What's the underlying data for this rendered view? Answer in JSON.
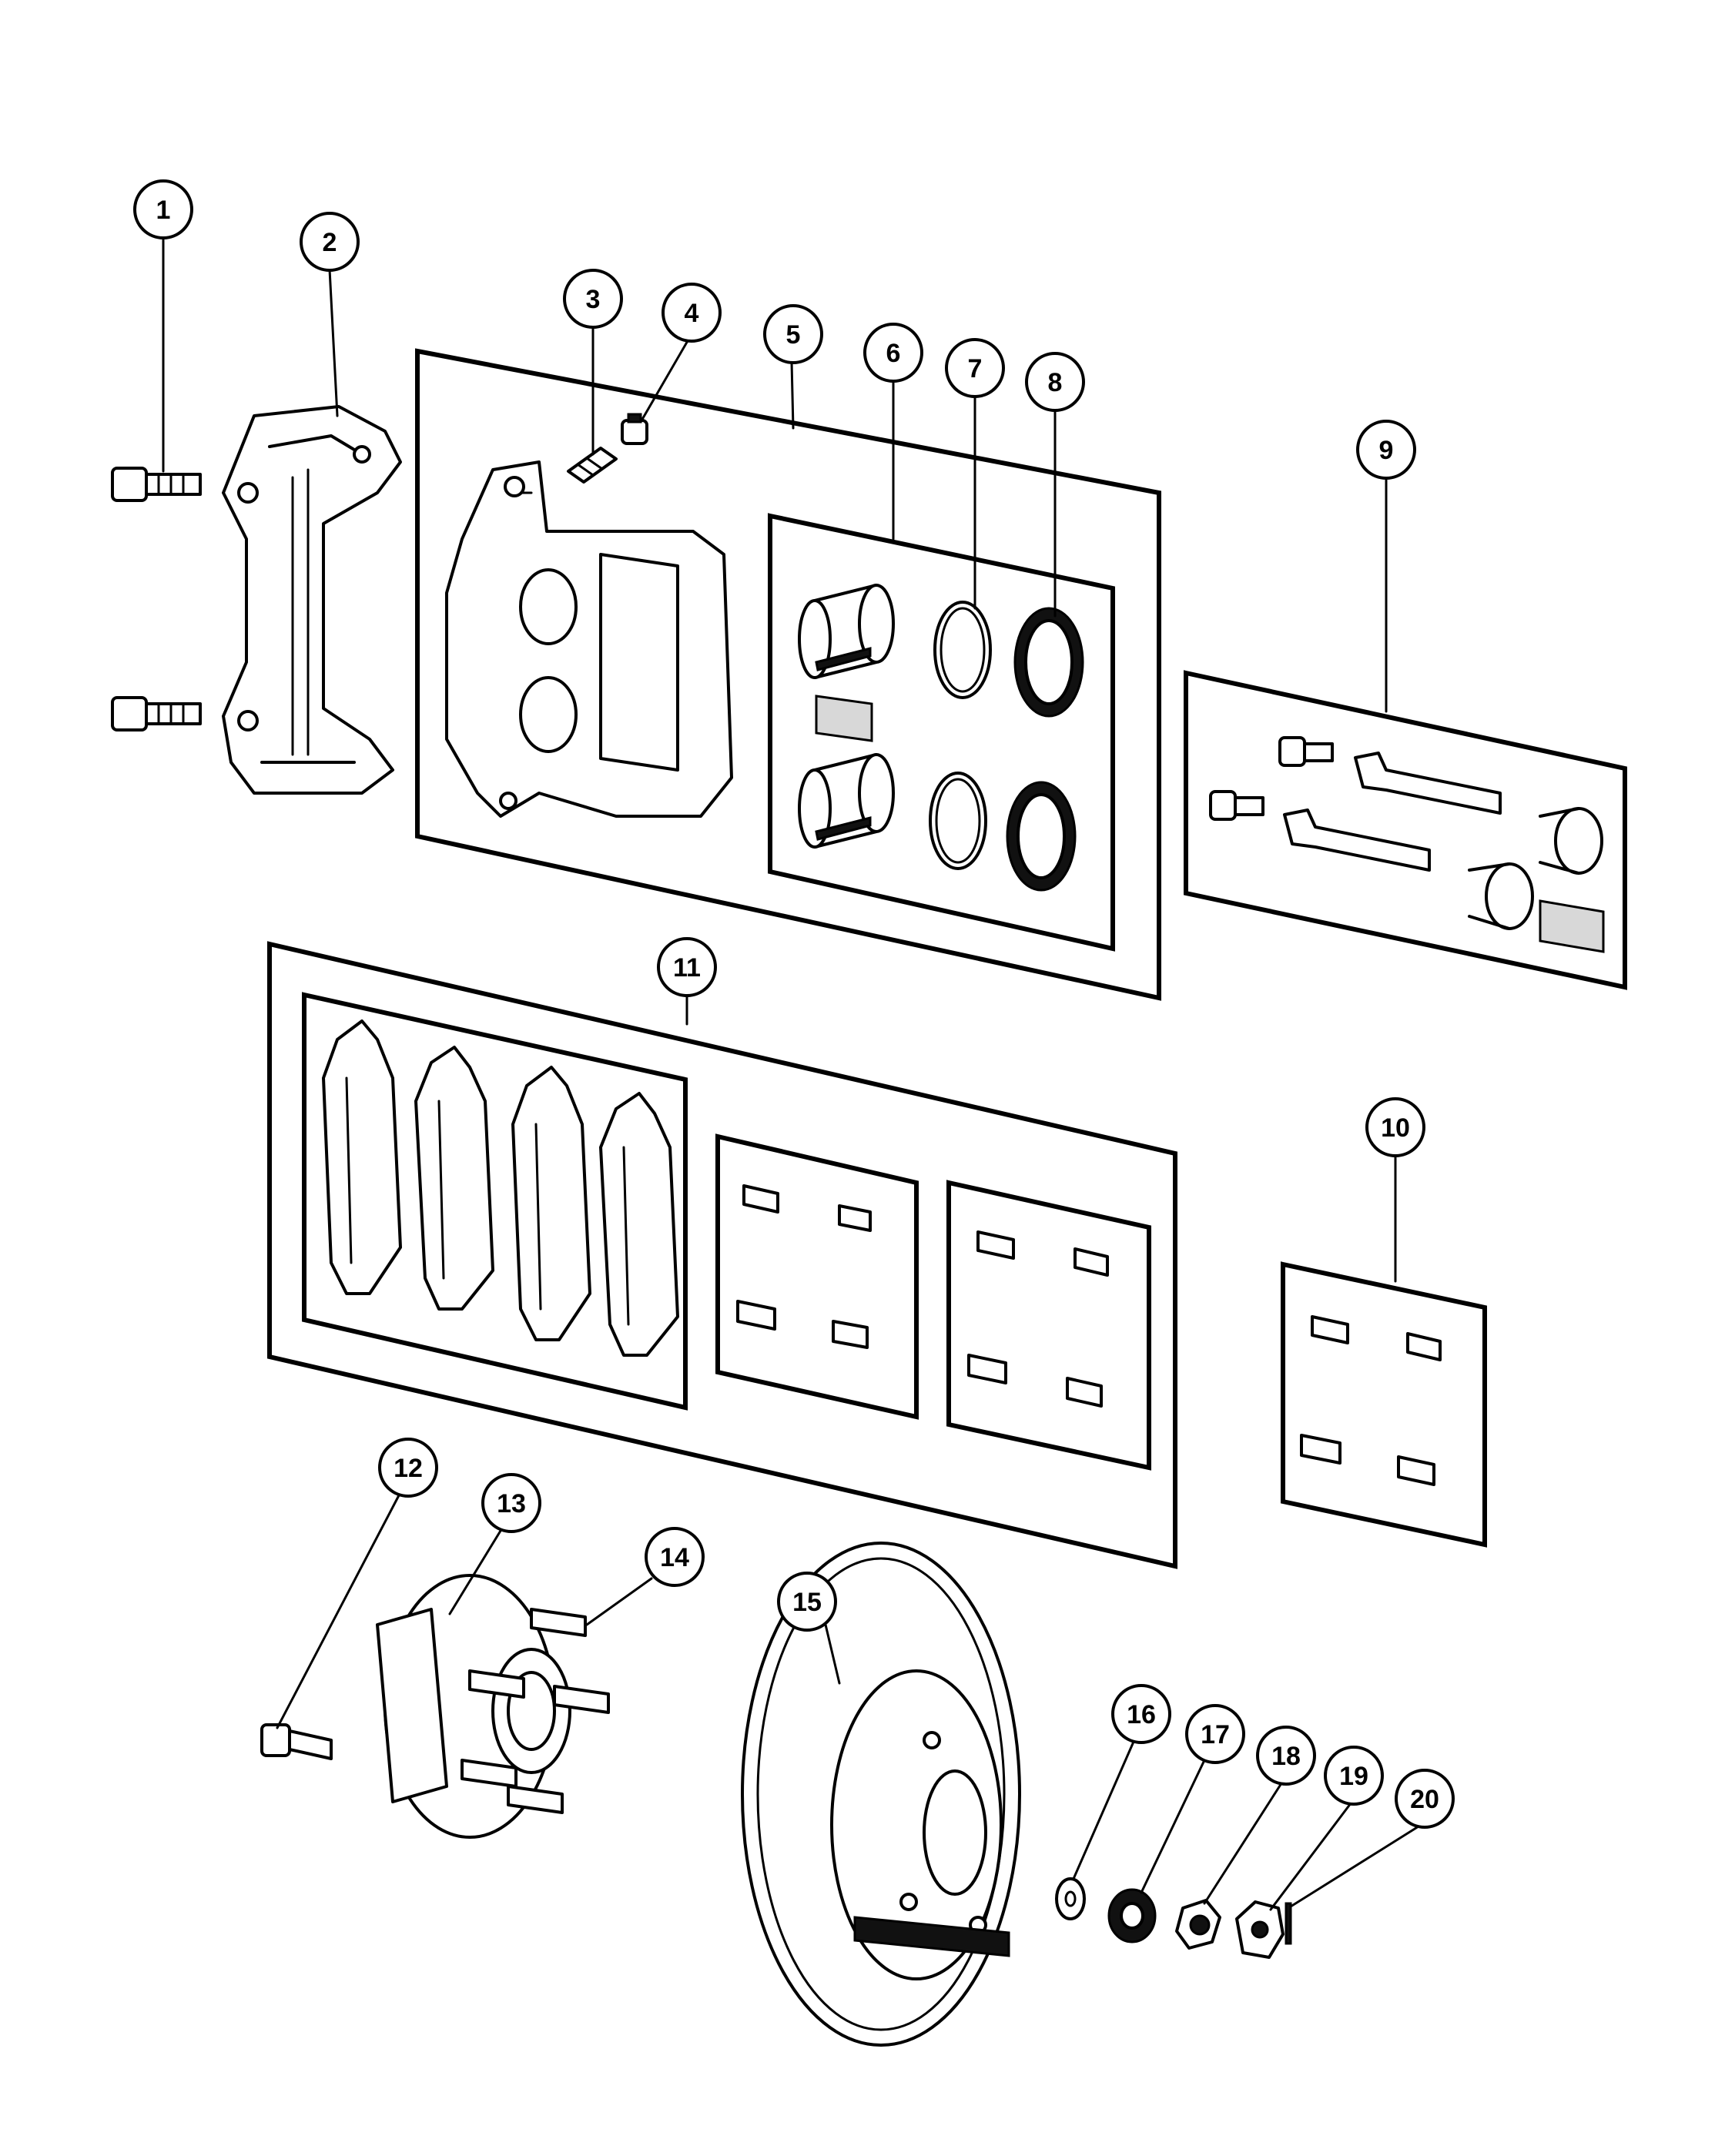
{
  "callouts": [
    {
      "n": "1",
      "part": "bolt"
    },
    {
      "n": "2",
      "part": "caliper-adapter"
    },
    {
      "n": "3",
      "part": "bleeder-screw"
    },
    {
      "n": "4",
      "part": "bleeder-cap"
    },
    {
      "n": "5",
      "part": "caliper-assembly"
    },
    {
      "n": "6",
      "part": "caliper-piston-kit"
    },
    {
      "n": "7",
      "part": "piston-seal"
    },
    {
      "n": "8",
      "part": "piston-boot"
    },
    {
      "n": "9",
      "part": "caliper-pin-kit"
    },
    {
      "n": "10",
      "part": "pad-hardware-kit"
    },
    {
      "n": "11",
      "part": "brake-pad-kit"
    },
    {
      "n": "12",
      "part": "hub-bolt"
    },
    {
      "n": "13",
      "part": "hub-and-bearing"
    },
    {
      "n": "14",
      "part": "wheel-stud"
    },
    {
      "n": "15",
      "part": "brake-rotor"
    },
    {
      "n": "16",
      "part": "washer"
    },
    {
      "n": "17",
      "part": "spring-washer"
    },
    {
      "n": "18",
      "part": "hub-nut"
    },
    {
      "n": "19",
      "part": "nut-retainer"
    },
    {
      "n": "20",
      "part": "cotter-pin"
    }
  ]
}
